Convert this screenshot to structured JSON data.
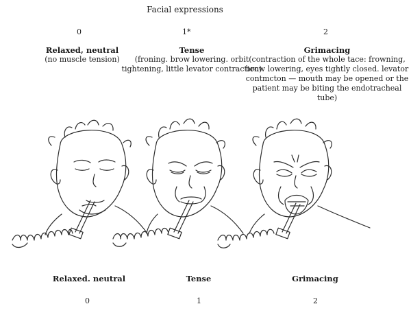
{
  "title": "Facial expressions",
  "columns": [
    {
      "score": "0",
      "heading": "Relaxed, neutral",
      "description": [
        "(no muscle tension)"
      ],
      "bottom_label": "Relaxed. neutral",
      "bottom_score": "0"
    },
    {
      "score": "1*",
      "heading": "Tense",
      "description": [
        "(froning. brow lowering. orbit",
        "tightening, little levator contraction)"
      ],
      "bottom_label": "Tense",
      "bottom_score": "1"
    },
    {
      "score": "2",
      "heading": "Grimacing",
      "description": [
        "(contraction of the whole tace: frowning,",
        "brow lowering, eyes tightly closed. levator",
        "contmcton — mouth may be opened or the",
        "patient may be biting the endotracheal tube)"
      ],
      "bottom_label": "Grimacing",
      "bottom_score": "2"
    }
  ]
}
